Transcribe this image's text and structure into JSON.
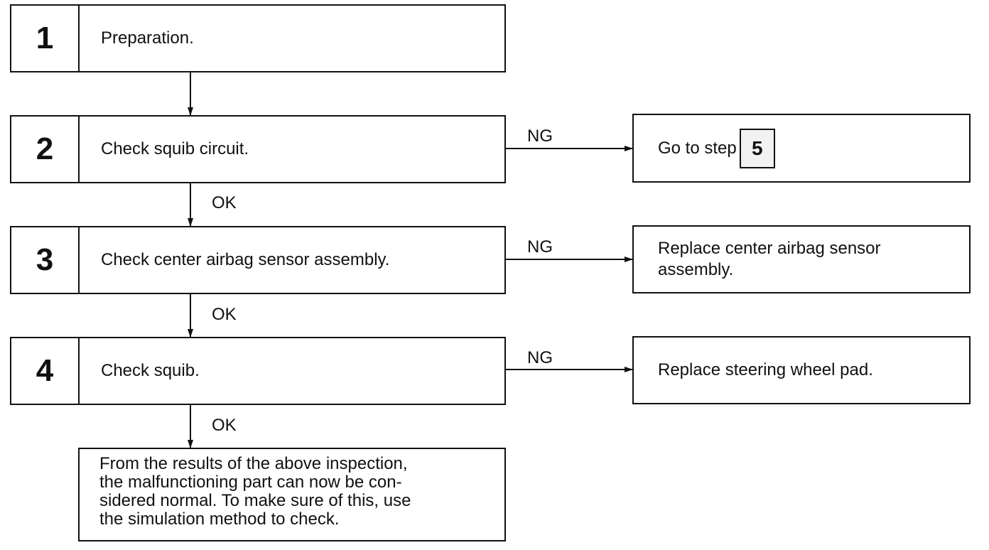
{
  "steps": [
    {
      "number": "1",
      "text": "Preparation."
    },
    {
      "number": "2",
      "text": "Check squib circuit."
    },
    {
      "number": "3",
      "text": "Check center airbag sensor assembly."
    },
    {
      "number": "4",
      "text": "Check squib."
    }
  ],
  "branches": {
    "step2": {
      "result": "NG",
      "text": "Go to step",
      "ref": "5"
    },
    "step3": {
      "result": "NG",
      "text_line1": "Replace center airbag sensor",
      "text_line2": "assembly."
    },
    "step4": {
      "result": "NG",
      "text": "Replace steering wheel pad."
    }
  },
  "ok_labels": [
    "OK",
    "OK",
    "OK"
  ],
  "final_note": {
    "lines": [
      "From the results of the above inspection,",
      "the malfunctioning part can now be con-",
      "sidered normal.  To make sure of this, use",
      "the simulation method to check."
    ]
  }
}
